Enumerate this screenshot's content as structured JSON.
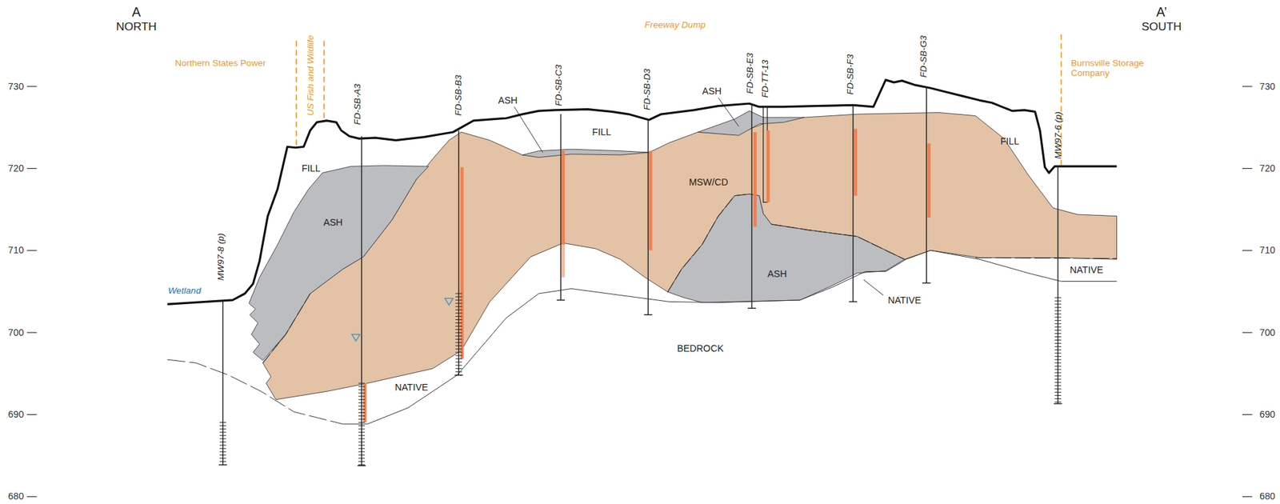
{
  "diagram": {
    "nodes": [
      {
        "text": [
          "FILL"
        ]
      },
      {
        "text": [
          "ASH"
        ]
      },
      {
        "text": [
          "ASH"
        ]
      },
      {
        "text": [
          "FILL"
        ]
      },
      {
        "text": [
          "ASH"
        ]
      },
      {
        "text": [
          "MSW/CD"
        ]
      },
      {
        "text": [
          "ASH"
        ]
      },
      {
        "text": [
          "FILL"
        ]
      },
      {
        "text": [
          "NATIVE"
        ]
      },
      {
        "text": [
          "NATIVE"
        ]
      },
      {
        "text": [
          "BEDROCK"
        ]
      },
      {
        "text": [
          "NATIVE"
        ]
      }
    ],
    "labels": [
      "A",
      "NORTH",
      "A’",
      "SOUTH",
      "Freeway Dump",
      "Northern States Power",
      "US Fish and Wildlife",
      "Burnsville Storage Company",
      "Wetland",
      "730",
      "720",
      "710",
      "700",
      "690",
      "680",
      "730",
      "720",
      "710",
      "700",
      "690",
      "680",
      "FD-SB-A3",
      "FD-SB-B3",
      "FD-SB-C3",
      "FD-SB-D3",
      "FD-SB-E3",
      "FD-TT-13",
      "FD-SB-F3",
      "FD-SB-G3",
      "MW97-8 (p)",
      "MW97-6 (p)"
    ]
  }
}
